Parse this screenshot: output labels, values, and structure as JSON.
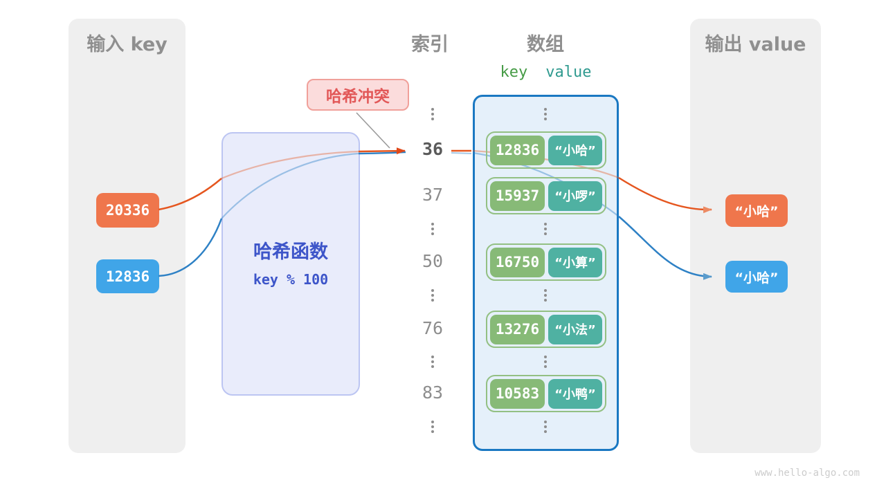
{
  "page": {
    "watermark": "www.hello-algo.com"
  },
  "colors": {
    "panel_gray": "#efefef",
    "title_gray": "#8f8f8f",
    "orange": "#ef764c",
    "blue": "#40a5e8",
    "orange_line": "#e5561f",
    "blue_line": "#2e81c5",
    "hash_blue_text": "#3d55c9",
    "hash_fill": "#e9ecfb",
    "collision_red": "#e25858",
    "array_border_blue": "#1a78c2",
    "array_fill": "#e5f0fa",
    "key_pill_green": "#87ba77",
    "value_pill_teal": "#4fb1a2",
    "key_header_green": "#459b45",
    "value_header_teal": "#2f9a8f"
  },
  "input_panel": {
    "title": "输入 key",
    "keys": [
      {
        "value": "20336",
        "color": "#ef764c"
      },
      {
        "value": "12836",
        "color": "#40a5e8"
      }
    ]
  },
  "hash_box": {
    "title": "哈希函数",
    "formula": "key % 100"
  },
  "collision_label": {
    "text": "哈希冲突"
  },
  "index_column": {
    "header": "索引",
    "values": [
      "36",
      "37",
      "50",
      "76",
      "83"
    ],
    "highlighted": "36"
  },
  "array": {
    "header": "数组",
    "key_header": "key",
    "value_header": "value",
    "rows": [
      {
        "key": "12836",
        "value": "“小哈”"
      },
      {
        "key": "15937",
        "value": "“小啰”"
      },
      {
        "key": "16750",
        "value": "“小算”"
      },
      {
        "key": "13276",
        "value": "“小法”"
      },
      {
        "key": "10583",
        "value": "“小鸭”"
      }
    ]
  },
  "output_panel": {
    "title": "输出 value",
    "values": [
      {
        "text": "“小哈”",
        "color": "#ef764c"
      },
      {
        "text": "“小哈”",
        "color": "#40a5e8"
      }
    ]
  }
}
